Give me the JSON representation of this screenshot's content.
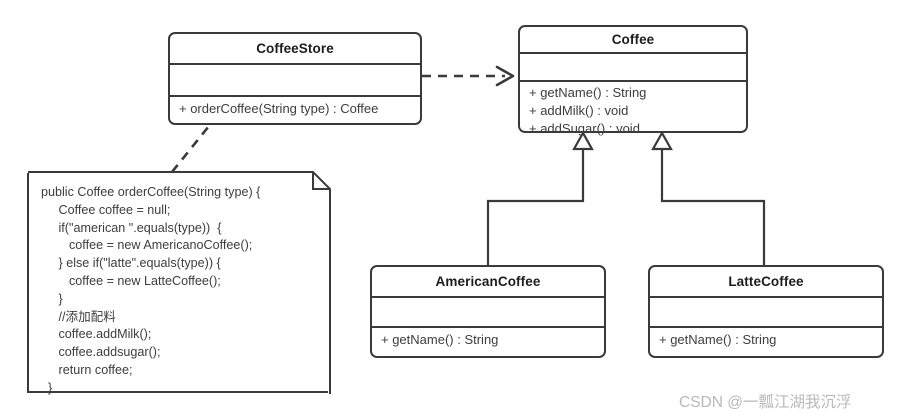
{
  "diagram": {
    "kind": "uml-class-diagram",
    "background_color": "#ffffff",
    "line_color": "#3a3a3a",
    "text_color": "#3d3d3d",
    "title_color": "#1d1d1d"
  },
  "classes": {
    "coffee_store": {
      "name": "CoffeeStore",
      "attributes": [],
      "methods": [
        "+ orderCoffee(String type) : Coffee"
      ]
    },
    "coffee": {
      "name": "Coffee",
      "attributes": [],
      "methods": [
        "+ getName() : String",
        "+ addMilk() : void",
        "+ addSugar() : void"
      ]
    },
    "american_coffee": {
      "name": "AmericanCoffee",
      "attributes": [],
      "methods": [
        "+ getName() : String"
      ]
    },
    "latte_coffee": {
      "name": "LatteCoffee",
      "attributes": [],
      "methods": [
        "+ getName() : String"
      ]
    }
  },
  "note": {
    "code": "public Coffee orderCoffee(String type) {\n     Coffee coffee = null;\n     if(\"american \".equals(type))  {\n        coffee = new AmericanoCoffee();\n     } else if(\"latte\".equals(type)) {\n        coffee = new LatteCoffee();\n     }\n     //添加配料\n     coffee.addMilk();\n     coffee.addsugar();\n     return coffee;\n  }"
  },
  "relationships": [
    {
      "kind": "dependency",
      "from": "CoffeeStore",
      "to": "Coffee",
      "style": "dashed-open-arrow"
    },
    {
      "kind": "note-anchor",
      "from": "note",
      "to": "CoffeeStore",
      "style": "dashed"
    },
    {
      "kind": "generalization",
      "from": "AmericanCoffee",
      "to": "Coffee",
      "style": "solid-hollow-triangle"
    },
    {
      "kind": "generalization",
      "from": "LatteCoffee",
      "to": "Coffee",
      "style": "solid-hollow-triangle"
    }
  ],
  "watermark": {
    "text": "CSDN @一瓢江湖我沉浮",
    "color": "#b9b9b9"
  }
}
